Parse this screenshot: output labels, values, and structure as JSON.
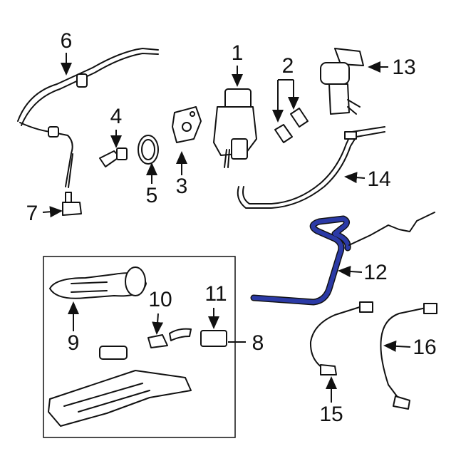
{
  "diagram": {
    "highlight_color": "#2b3aa6",
    "highlighted_part": "12",
    "callouts": {
      "c1": "1",
      "c2": "2",
      "c3": "3",
      "c4": "4",
      "c5": "5",
      "c6": "6",
      "c7": "7",
      "c8": "8",
      "c9": "9",
      "c10": "10",
      "c11": "11",
      "c12": "12",
      "c13": "13",
      "c14": "14",
      "c15": "15",
      "c16": "16"
    }
  }
}
